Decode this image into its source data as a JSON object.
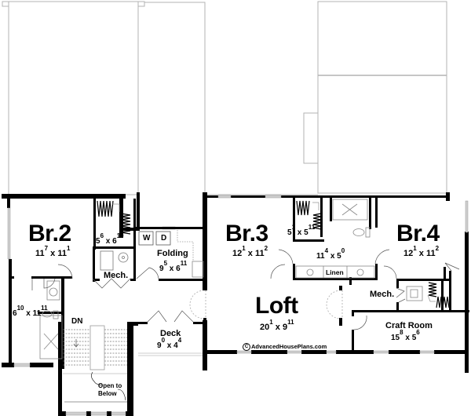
{
  "plan": {
    "rooms": [
      {
        "id": "br2",
        "name": "Br.2",
        "width_ft": "11",
        "width_in": "7",
        "depth_ft": "11",
        "depth_in": "1"
      },
      {
        "id": "closet_br2",
        "name": "",
        "width_ft": "5",
        "width_in": "6",
        "depth_ft": "6",
        "depth_in": "10"
      },
      {
        "id": "mech_left",
        "name": "Mech."
      },
      {
        "id": "laundry",
        "name": "Folding",
        "width_ft": "9",
        "width_in": "5",
        "depth_ft": "6",
        "depth_in": "11",
        "appliances": [
          "W",
          "D"
        ]
      },
      {
        "id": "br3",
        "name": "Br.3",
        "width_ft": "12",
        "width_in": "1",
        "depth_ft": "11",
        "depth_in": "2"
      },
      {
        "id": "closet_br3",
        "name": "",
        "width_ft": "5",
        "width_in": "1",
        "depth_ft": "5",
        "depth_in": "11"
      },
      {
        "id": "bath_shared",
        "name": "",
        "width_ft": "11",
        "width_in": "4",
        "depth_ft": "5",
        "depth_in": "0",
        "linen_label": "Linen"
      },
      {
        "id": "br4",
        "name": "Br.4",
        "width_ft": "12",
        "width_in": "1",
        "depth_ft": "11",
        "depth_in": "2"
      },
      {
        "id": "bath_left",
        "name": "",
        "width_ft": "6",
        "width_in": "10",
        "depth_ft": "11",
        "depth_in": "11"
      },
      {
        "id": "loft",
        "name": "Loft",
        "width_ft": "20",
        "width_in": "1",
        "depth_ft": "9",
        "depth_in": "11"
      },
      {
        "id": "deck",
        "name": "Deck",
        "width_ft": "9",
        "width_in": "0",
        "depth_ft": "4",
        "depth_in": "4"
      },
      {
        "id": "mech_right",
        "name": "Mech."
      },
      {
        "id": "craft",
        "name": "Craft Room",
        "width_ft": "15",
        "width_in": "8",
        "depth_ft": "5",
        "depth_in": "6"
      }
    ],
    "stair_label": "DN",
    "open_to_below": [
      "Open to",
      "Below"
    ],
    "copyright": "AdvancedHousePlans.com",
    "copyright_symbol": "C",
    "times": "x",
    "colors": {
      "wall": "#000000",
      "thin": "#aaaaaa",
      "window": "#cccccc",
      "fixture": "#888888",
      "background": "#ffffff"
    }
  }
}
